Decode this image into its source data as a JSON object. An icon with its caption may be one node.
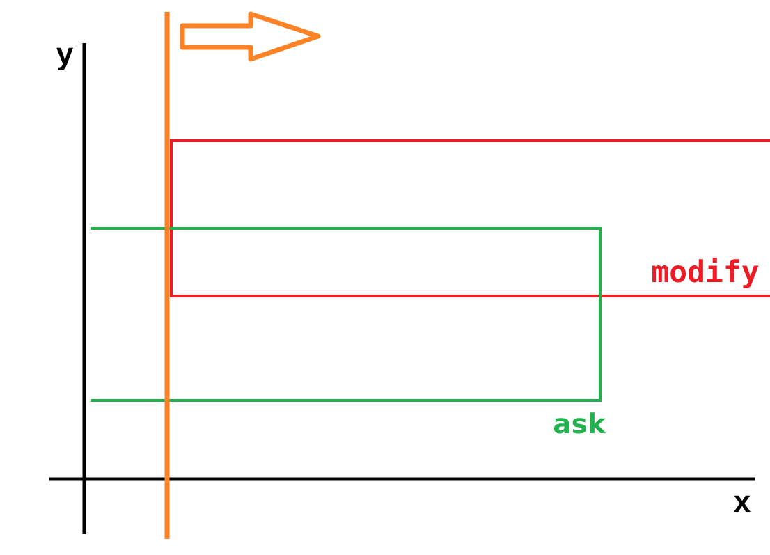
{
  "diagram": {
    "labels": [
      "y",
      "modify",
      "ask",
      "x"
    ]
  }
}
